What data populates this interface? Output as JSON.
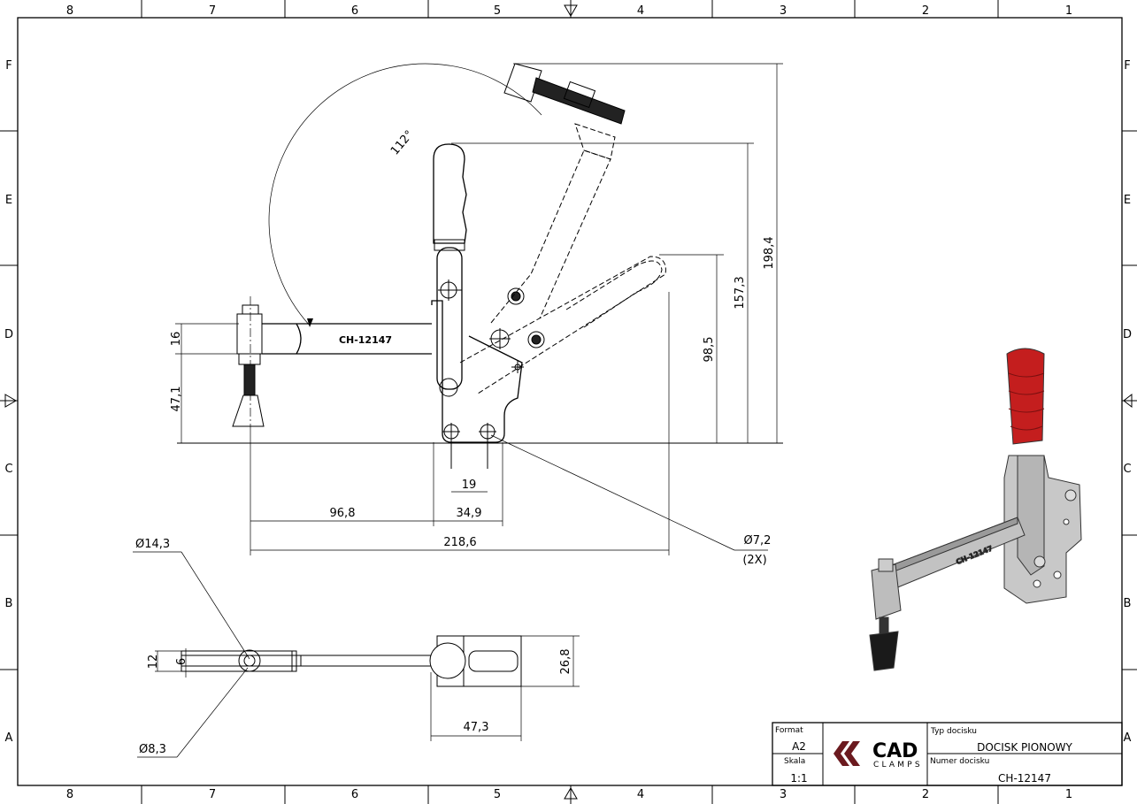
{
  "sheet": {
    "column_labels": [
      "8",
      "7",
      "6",
      "5",
      "4",
      "3",
      "2",
      "1"
    ],
    "row_labels": [
      "F",
      "E",
      "D",
      "C",
      "B",
      "A"
    ]
  },
  "front_view": {
    "arm_marking": "CH-12147",
    "angle": "112°",
    "dimensions": {
      "overall_height": "198,4",
      "handle_height": "157,3",
      "closed_handle_height": "98,5",
      "arm_thickness": "16",
      "spindle_height": "47,1",
      "hole_spacing": "19",
      "spindle_to_base": "96,8",
      "base_width": "34,9",
      "overall_length": "218,6",
      "hole_diameter": "Ø7,2",
      "hole_count": "(2X)"
    }
  },
  "top_view": {
    "dimensions": {
      "slot_outer_diameter": "Ø14,3",
      "slot_inner_diameter": "Ø8,3",
      "arm_width": "12",
      "slot_width": "6",
      "base_width": "26,8",
      "base_length": "47,3"
    }
  },
  "render_3d": {
    "arm_marking": "CH-12147",
    "colors": {
      "grip": "#c41e1e",
      "steel": "#c8c8c8",
      "rubber": "#1a1a1a"
    }
  },
  "title_block": {
    "format_label": "Format",
    "format_value": "A2",
    "scale_label": "Skala",
    "scale_value": "1:1",
    "logo_main": "CAD",
    "logo_sub": "CLAMPS",
    "logo_color": "#6b1a1f",
    "type_label": "Typ docisku",
    "type_value": "DOCISK PIONOWY",
    "number_label": "Numer docisku",
    "number_value": "CH-12147"
  }
}
